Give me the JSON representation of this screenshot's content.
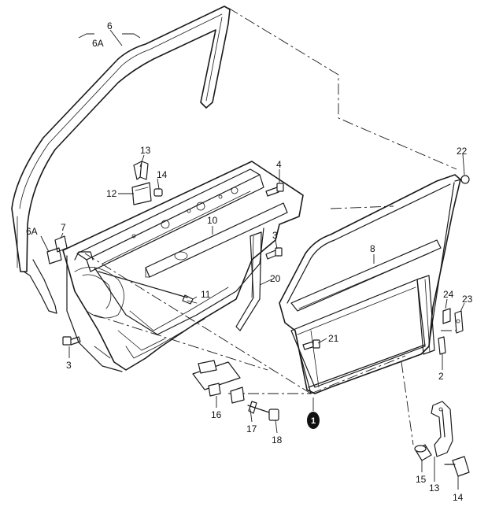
{
  "callouts": {
    "c6": "6",
    "c6a_top": "6A",
    "c13_top": "13",
    "c14_top": "14",
    "c12": "12",
    "c4": "4",
    "c22": "22",
    "c7": "7",
    "c6a_left": "6A",
    "c10": "10",
    "c3_mid": "3",
    "c8": "8",
    "c20": "20",
    "c11": "11",
    "c24": "24",
    "c23": "23",
    "c21": "21",
    "c3_left": "3",
    "c2": "2",
    "c16": "16",
    "c17": "17",
    "c18": "18",
    "c1": "1",
    "c15": "15",
    "c13_bottom": "13",
    "c14_bottom": "14"
  }
}
